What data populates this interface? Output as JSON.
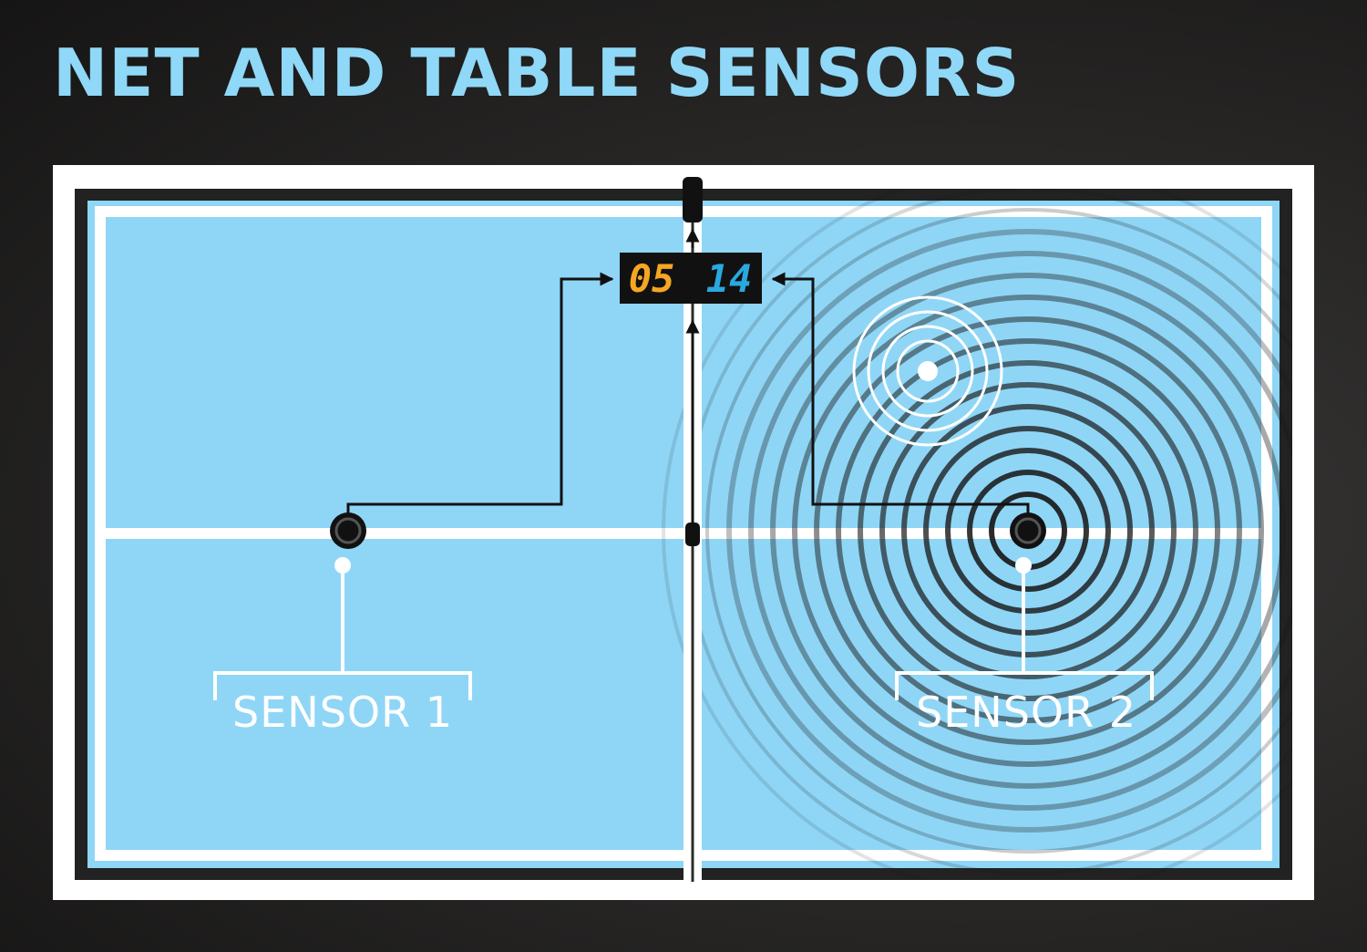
{
  "title": "NET AND TABLE SENSORS",
  "scoreboard": {
    "left_score": "05",
    "right_score": "14",
    "left_color": "#f5a623",
    "right_color": "#2aa8e0"
  },
  "sensors": [
    {
      "label": "SENSOR 1"
    },
    {
      "label": "SENSOR 2"
    }
  ],
  "colors": {
    "background": "#1e1d1c",
    "title": "#8fd8f7",
    "table": "#8fd6f6",
    "lines": "#ffffff",
    "border": "#222222"
  }
}
